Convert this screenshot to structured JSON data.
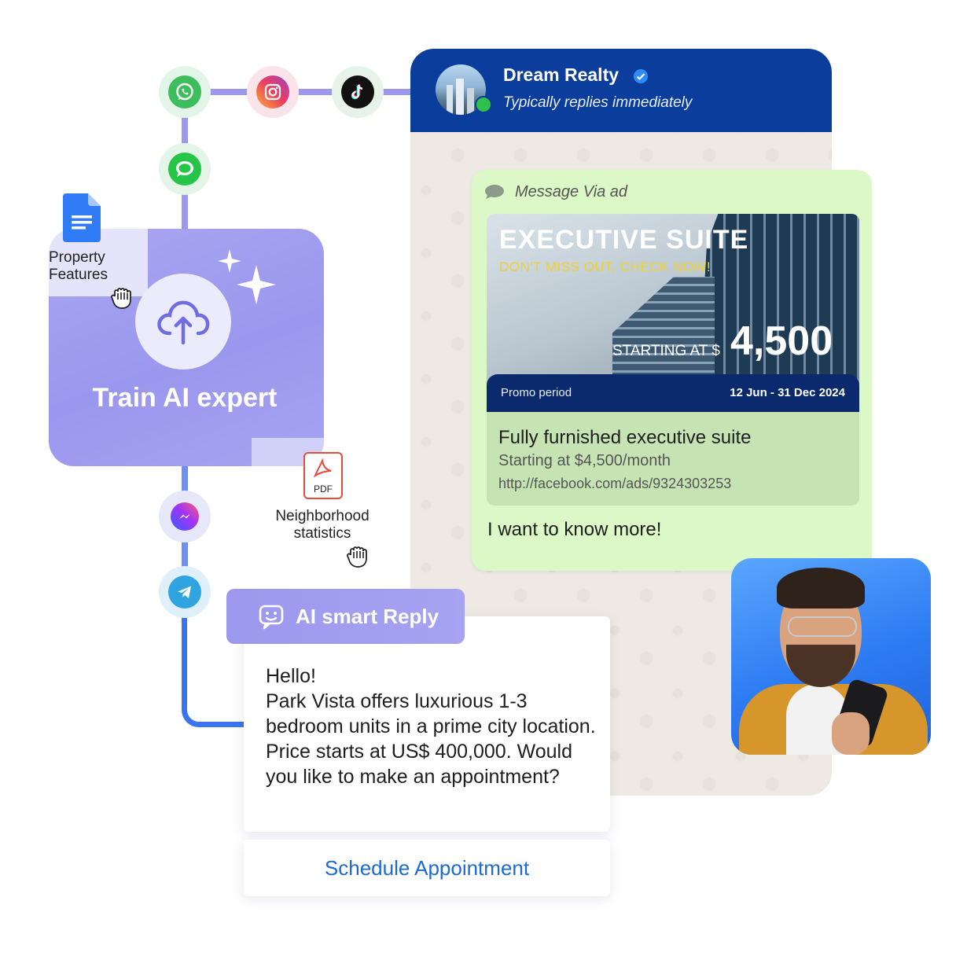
{
  "chat": {
    "business_name": "Dream Realty",
    "status": "Typically replies immediately"
  },
  "ad_message": {
    "label": "Message Via ad",
    "ad_title": "EXECUTIVE SUITE",
    "ad_tagline": "DON'T MISS OUT, CHECK NOW!",
    "starting_at": "STARTING AT $",
    "price": "4,500",
    "promo_label": "Promo period",
    "promo_dates": "12 Jun - 31 Dec 2024",
    "headline": "Fully furnished executive suite",
    "subline": "Starting at $4,500/month",
    "link": "http://facebook.com/ads/9324303253",
    "user_text": "I want to know more!"
  },
  "train": {
    "title": "Train AI expert",
    "doc_label": "Property\nFeatures",
    "pdf_badge": "PDF",
    "pdf_label": "Neighborhood\nstatistics"
  },
  "reply": {
    "pill_label": "AI smart Reply",
    "text": "Hello!\nPark Vista offers luxurious 1-3 bedroom units in a prime city location. Price starts at US$ 400,000. Would you like to make an appointment?",
    "button_label": "Schedule Appointment"
  },
  "colors": {
    "header": "#0a3d9c",
    "ai_purple": "#9c98ee",
    "bubble_green": "#dcf8c6",
    "link_blue": "#1b6bd1",
    "promo_bar": "#0b2a6e"
  },
  "icons": [
    "whatsapp-icon",
    "instagram-icon",
    "tiktok-icon",
    "imessage-icon",
    "messenger-icon",
    "telegram-icon",
    "google-docs-icon",
    "pdf-icon",
    "cloud-upload-icon",
    "sparkle-icon",
    "grab-hand-icon",
    "verified-icon",
    "chat-bubble-icon",
    "bot-icon"
  ]
}
